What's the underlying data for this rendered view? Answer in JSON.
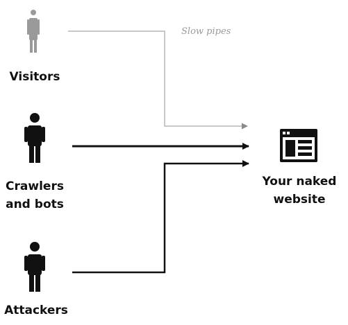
{
  "actors": {
    "visitors": "Visitors",
    "crawlers": [
      "Crawlers",
      "and bots"
    ],
    "attackers": "Attackers"
  },
  "pipe_label": "Slow pipes",
  "website": {
    "label": [
      "Your naked",
      "website"
    ],
    "icon": "browser-window-icon"
  },
  "colors": {
    "ink": "#111111",
    "faded": "#9a9a9a",
    "slow_pipe": "#b5b5b5"
  }
}
